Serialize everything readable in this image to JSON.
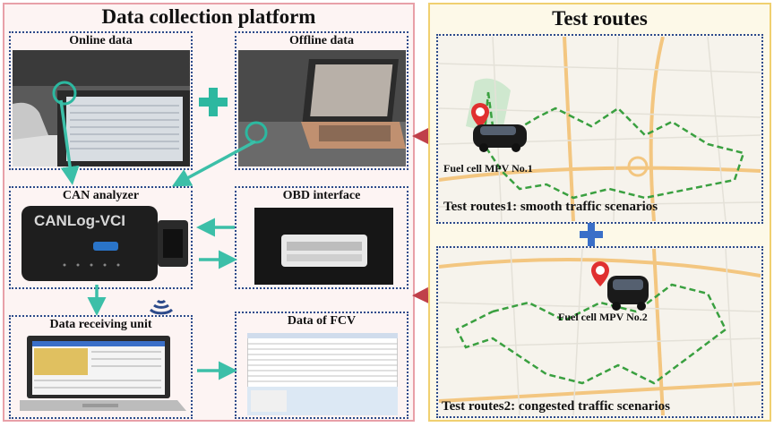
{
  "platform": {
    "title": "Data collection platform",
    "online_caption": "Online data",
    "offline_caption": "Offline data",
    "can_caption": "CAN analyzer",
    "can_device_label": "CANLog-VCI",
    "obd_caption": "OBD interface",
    "receiver_caption": "Data receiving unit",
    "fcv_caption": "Data of FCV"
  },
  "routes": {
    "title": "Test routes",
    "route1_vehicle": "Fuel cell MPV No.1",
    "route1_caption": "Test routes1: smooth traffic scenarios",
    "route2_vehicle": "Fuel cell MPV No.2",
    "route2_caption": "Test routes2: congested traffic scenarios"
  },
  "colors": {
    "teal_arrow": "#3cbfa8",
    "red_arrow": "#c0404a",
    "plus_teal": "#2cb8a0",
    "plus_blue": "#3a6fc8",
    "box_border": "#2c4a8a",
    "route_line": "#3aa040"
  }
}
